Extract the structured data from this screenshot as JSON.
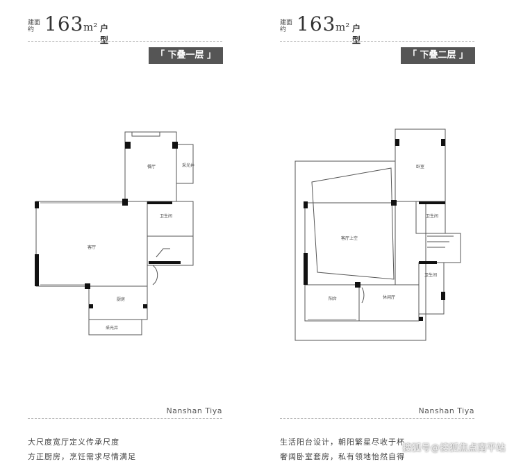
{
  "left": {
    "area_prefix": "建面约",
    "area_number": "163",
    "area_unit": "m²",
    "type_label": "户型",
    "floor_label": "「 下叠一层 」",
    "rooms": {
      "dining": "餐厅",
      "shaft": "采光井",
      "bathroom": "卫生间",
      "living": "客厅",
      "kitchen": "厨房",
      "lightwell": "采光井"
    },
    "brand": "Nanshan  Tiya",
    "desc": [
      "大尺度宽厅定义传承尺度",
      "方正厨房，烹饪需求尽情满足"
    ]
  },
  "right": {
    "area_prefix": "建面约",
    "area_number": "163",
    "area_unit": "m²",
    "type_label": "户型",
    "floor_label": "「 下叠二层 」",
    "rooms": {
      "bedroom": "卧室",
      "bathroom1": "卫生间",
      "living_void": "客厅上空",
      "bathroom2": "卫生间",
      "balcony": "阳台",
      "lounge": "休闲厅"
    },
    "brand": "Nanshan  Tiya",
    "desc": [
      "生活阳台设计，朝阳繁星尽收于杯",
      "奢阔卧室套房，私有领地怡然自得"
    ]
  },
  "watermark": "搜狐号@搜狐焦点南平站"
}
